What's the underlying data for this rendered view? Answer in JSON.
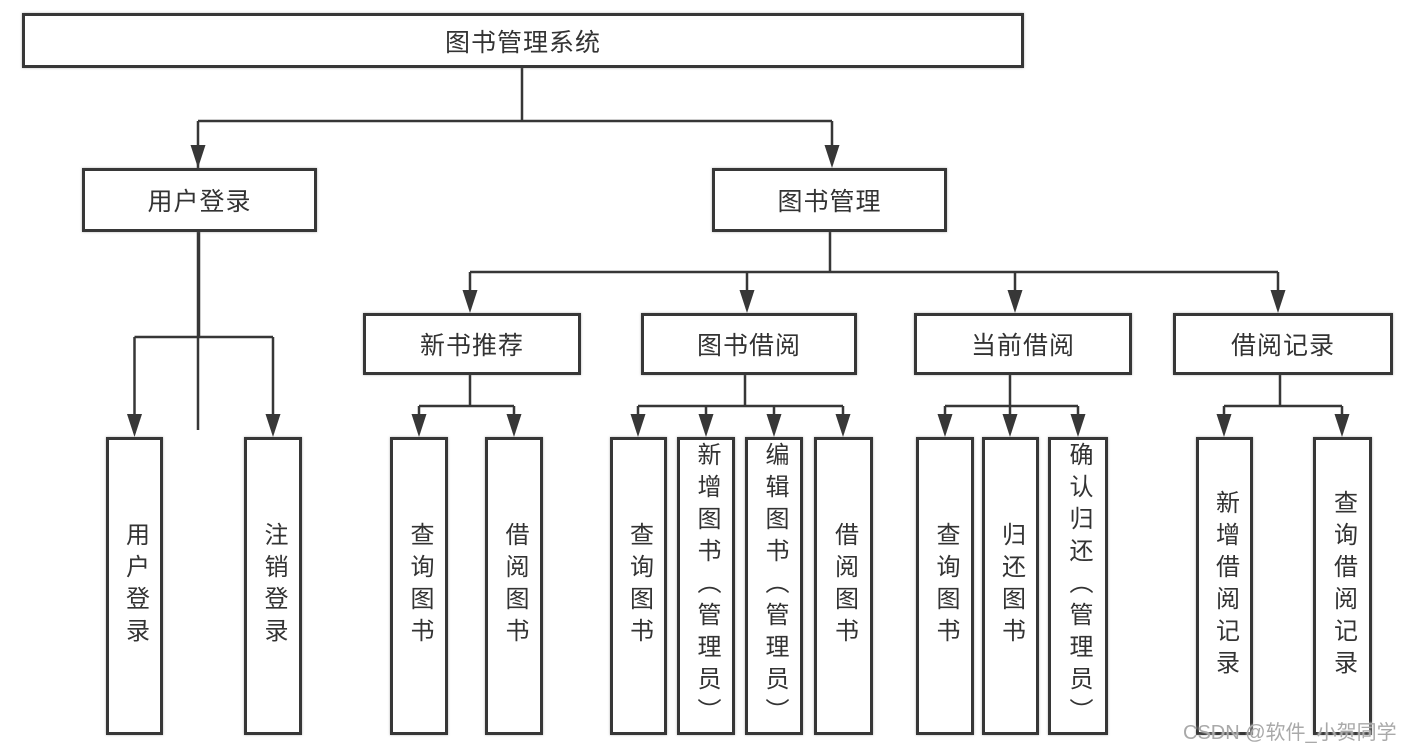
{
  "diagram": {
    "root": {
      "label": "图书管理系统"
    },
    "level2": {
      "user_login": {
        "label": "用户登录"
      },
      "book_mgmt": {
        "label": "图书管理"
      }
    },
    "level3": {
      "new_books": {
        "label": "新书推荐"
      },
      "book_borrow": {
        "label": "图书借阅"
      },
      "current_borrow": {
        "label": "当前借阅"
      },
      "borrow_records": {
        "label": "借阅记录"
      }
    },
    "leaves": {
      "user_login": [
        "用户登录",
        "注销登录"
      ],
      "new_books": [
        "查询图书",
        "借阅图书"
      ],
      "book_borrow": [
        "查询图书",
        "新增图书（管理员）",
        "编辑图书（管理员）",
        "借阅图书"
      ],
      "current_borrow": [
        "查询图书",
        "归还图书",
        "确认归还（管理员）"
      ],
      "borrow_records": [
        "新增借阅记录",
        "查询借阅记录"
      ]
    }
  },
  "watermark": {
    "text": "CSDN @软件_小贺同学"
  },
  "colors": {
    "line": "#373737",
    "box_border": "#373737",
    "text": "#333333",
    "background": "#ffffff",
    "watermark": "#a9a9a9"
  }
}
